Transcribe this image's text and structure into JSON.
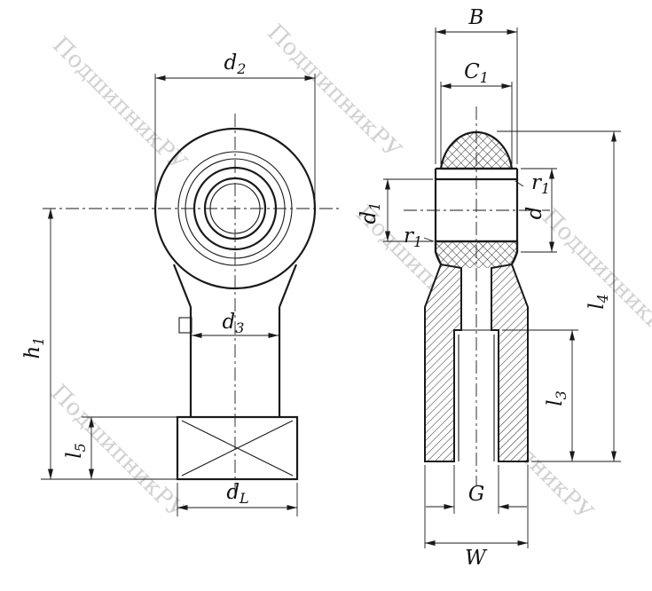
{
  "colors": {
    "line": "#1a1a1a",
    "watermark": "#c6c6c6",
    "background": "#ffffff"
  },
  "watermark": {
    "text": "ПодшипникРУ"
  },
  "dims": {
    "front": {
      "d2": {
        "base": "d",
        "sub": "2"
      },
      "d3": {
        "base": "d",
        "sub": "3"
      },
      "h1": {
        "base": "h",
        "sub": "1"
      },
      "l5": {
        "base": "l",
        "sub": "5"
      },
      "dL": {
        "base": "d",
        "sub": "L"
      }
    },
    "side": {
      "B": {
        "base": "B"
      },
      "C1": {
        "base": "C",
        "sub": "1"
      },
      "d1": {
        "base": "d",
        "sub": "1"
      },
      "r1_top": {
        "base": "r",
        "sub": "1"
      },
      "r1_bottom": {
        "base": "r",
        "sub": "1"
      },
      "d": {
        "base": "d"
      },
      "l4": {
        "base": "l",
        "sub": "4"
      },
      "l3": {
        "base": "l",
        "sub": "3"
      },
      "G": {
        "base": "G"
      },
      "W": {
        "base": "W"
      }
    }
  }
}
